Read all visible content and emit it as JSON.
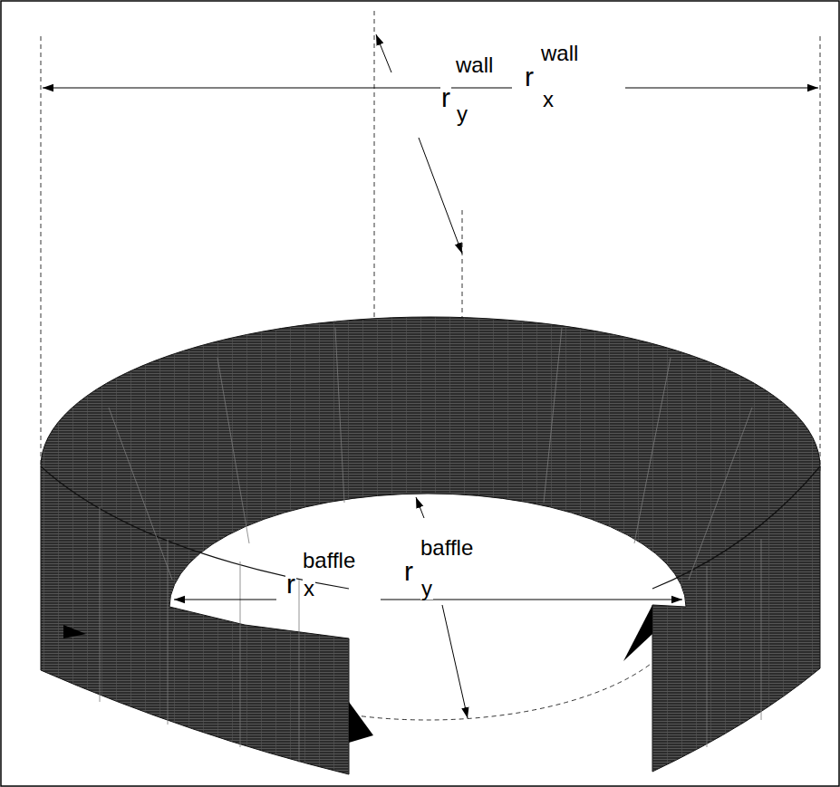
{
  "diagram": {
    "labels": [
      "r",
      "wall",
      "y",
      "r",
      "wall",
      "x",
      "r",
      "baffle",
      "x",
      "r",
      "baffle",
      "y"
    ]
  }
}
